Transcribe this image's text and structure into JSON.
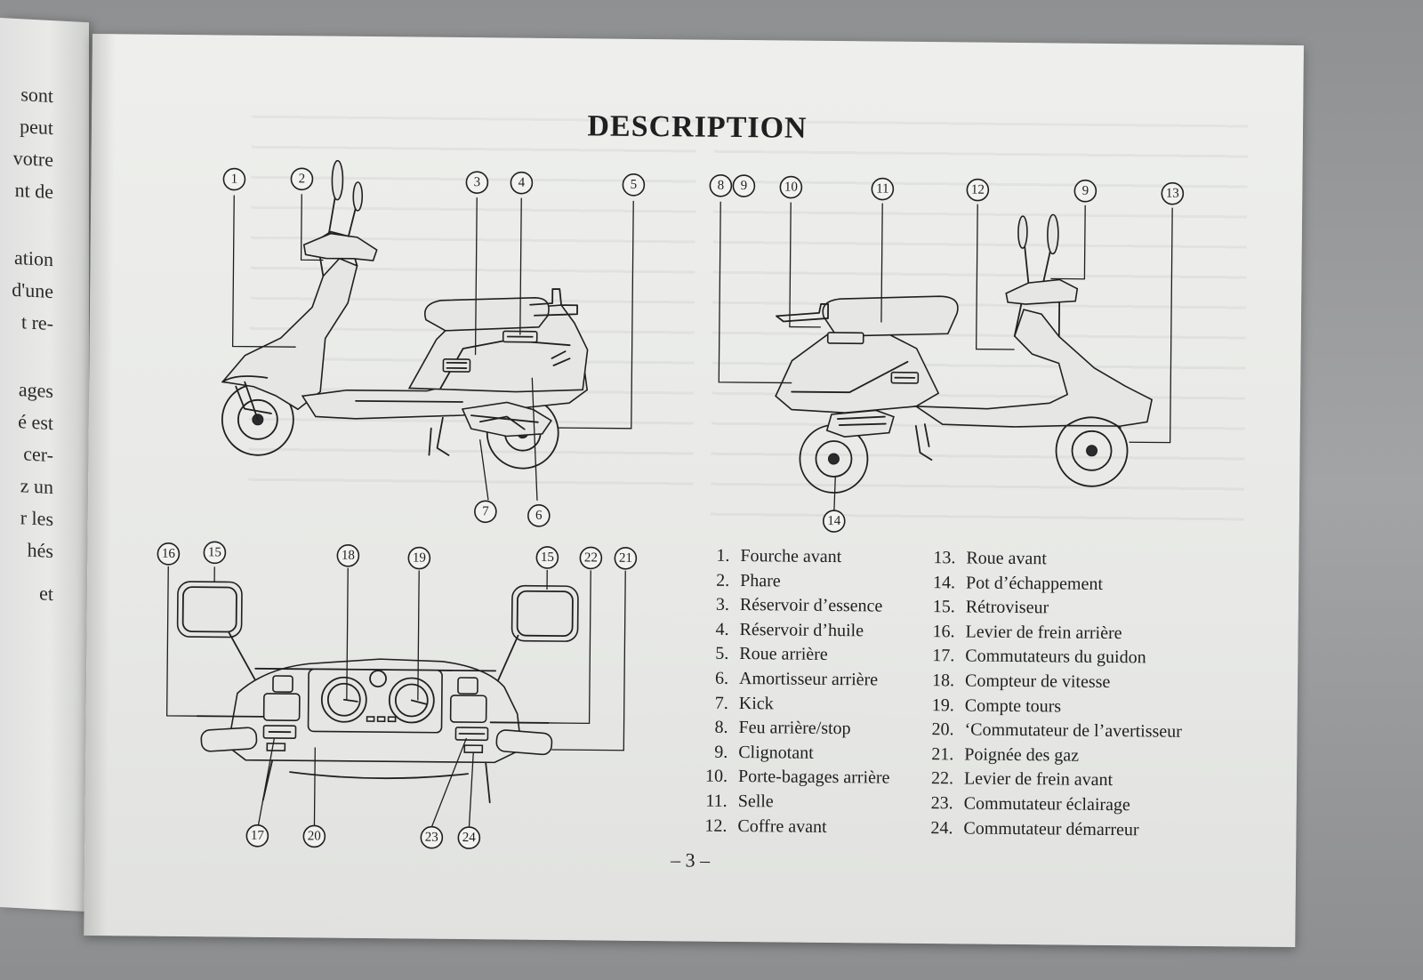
{
  "left_page_fragments": [
    "sont",
    "peut",
    "votre",
    "nt de",
    "ation",
    "d'une",
    "t re-",
    "ages",
    "é est",
    "cer-",
    "z un",
    "r les",
    "hés",
    "et"
  ],
  "title": "DESCRIPTION",
  "callouts": {
    "c1": "1",
    "c2": "2",
    "c3": "3",
    "c4": "4",
    "c5": "5",
    "c6": "6",
    "c7": "7",
    "c8": "8",
    "c9a": "9",
    "c9b": "9",
    "c10": "10",
    "c11": "11",
    "c12": "12",
    "c13": "13",
    "c14": "14",
    "c15a": "15",
    "c15b": "15",
    "c16": "16",
    "c17": "17",
    "c18": "18",
    "c19": "19",
    "c20": "20",
    "c21": "21",
    "c22": "22",
    "c23": "23",
    "c24": "24"
  },
  "legend_left": [
    {
      "num": "1.",
      "label": "Fourche avant"
    },
    {
      "num": "2.",
      "label": "Phare"
    },
    {
      "num": "3.",
      "label": "Réservoir d’essence"
    },
    {
      "num": "4.",
      "label": "Réservoir d’huile"
    },
    {
      "num": "5.",
      "label": "Roue arrière"
    },
    {
      "num": "6.",
      "label": "Amortisseur arrière"
    },
    {
      "num": "7.",
      "label": "Kick"
    },
    {
      "num": "8.",
      "label": "Feu arrière/stop"
    },
    {
      "num": "9.",
      "label": "Clignotant"
    },
    {
      "num": "10.",
      "label": "Porte-bagages arrière"
    },
    {
      "num": "11.",
      "label": "Selle"
    },
    {
      "num": "12.",
      "label": "Coffre avant"
    }
  ],
  "legend_right": [
    {
      "num": "13.",
      "label": "Roue avant"
    },
    {
      "num": "14.",
      "label": "Pot d’échappement"
    },
    {
      "num": "15.",
      "label": "Rétroviseur"
    },
    {
      "num": "16.",
      "label": "Levier de frein arrière"
    },
    {
      "num": "17.",
      "label": "Commutateurs du guidon"
    },
    {
      "num": "18.",
      "label": "Compteur de vitesse"
    },
    {
      "num": "19.",
      "label": "Compte tours"
    },
    {
      "num": "20.",
      "label": "‘Commutateur de l’avertisseur"
    },
    {
      "num": "21.",
      "label": "Poignée des gaz"
    },
    {
      "num": "22.",
      "label": "Levier de frein avant"
    },
    {
      "num": "23.",
      "label": "Commutateur éclairage"
    },
    {
      "num": "24.",
      "label": "Commutateur démarreur"
    }
  ],
  "page_number": "– 3 –"
}
